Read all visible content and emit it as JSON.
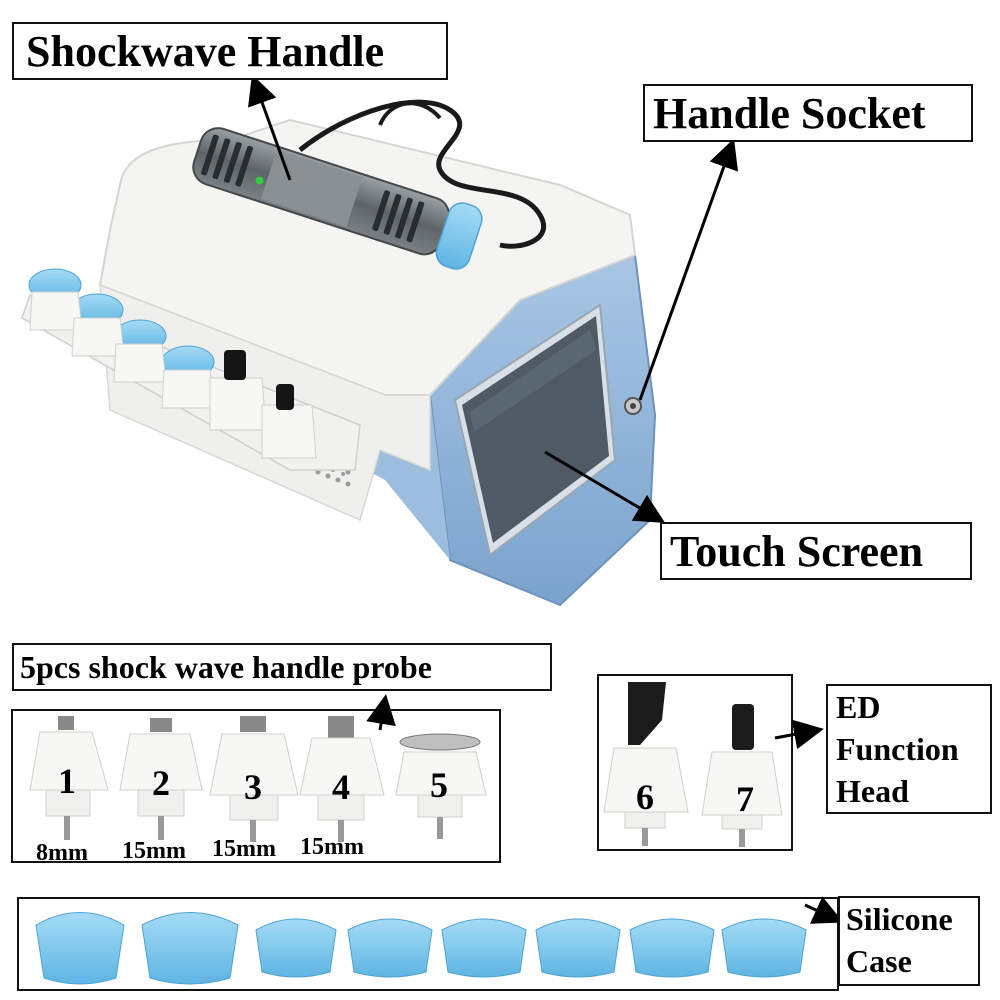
{
  "labels": {
    "shockwave_handle": "Shockwave Handle",
    "handle_socket": "Handle Socket",
    "touch_screen": "Touch Screen",
    "probe_title": "5pcs shock wave handle probe",
    "ed_line1": "ED",
    "ed_line2": "Function",
    "ed_line3": "Head",
    "silicone_line1": "Silicone",
    "silicone_line2": "Case"
  },
  "probes": [
    {
      "number": "1",
      "size": "8mm"
    },
    {
      "number": "2",
      "size": "15mm"
    },
    {
      "number": "3",
      "size": "15mm"
    },
    {
      "number": "4",
      "size": "15mm"
    },
    {
      "number": "5",
      "size": ""
    }
  ],
  "ed_heads": [
    {
      "number": "6"
    },
    {
      "number": "7"
    }
  ],
  "colors": {
    "device_blue": "#8fb4d9",
    "panel_white": "#f4f4f2",
    "silicone_blue": "#7ec8ee",
    "handle_gray": "#6f7478",
    "screen_dark": "#4f5a64"
  }
}
